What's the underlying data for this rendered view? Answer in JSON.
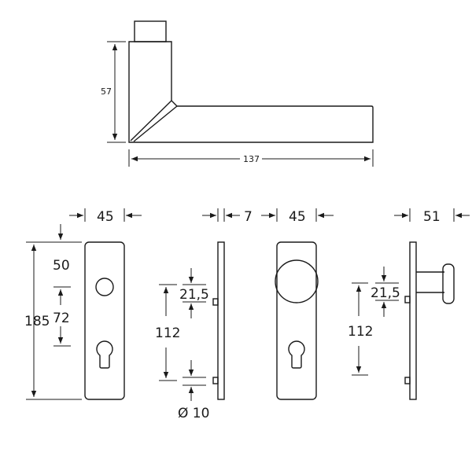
{
  "drawing": {
    "lever_height": "57",
    "lever_length": "137",
    "plate_width": "45",
    "plate_height": "185",
    "top_to_handle_center": "50",
    "handle_to_keyhole": "72",
    "plate_thickness": "7",
    "knob_plate_width": "45",
    "knob_projection": "51",
    "side_spacing_1": "112",
    "side_spacing_2": "112",
    "pin_offset_1": "21,5",
    "pin_offset_2": "21,5",
    "pin_diameter": "Ø 10"
  }
}
